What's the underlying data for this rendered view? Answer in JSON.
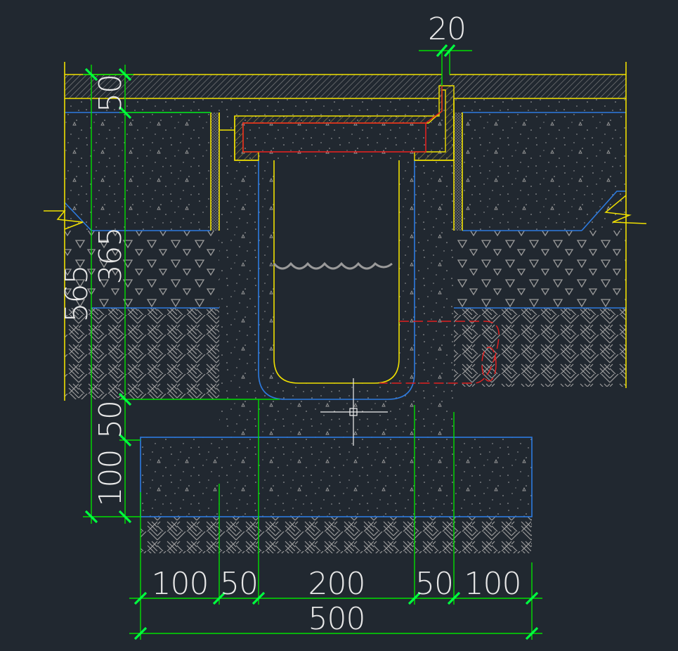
{
  "drawing": {
    "colors": {
      "background": "#212830",
      "dimension": "#00e000",
      "tick": "#00ff40",
      "outline": "#f0e000",
      "layer_line": "#2d7be0",
      "hidden_pipe": "#e02020",
      "grate": "#e02020",
      "text": "#e8e8e8",
      "hatch": "#9a9a9a"
    },
    "dimensions": {
      "top_gap": "20",
      "left_outer": "565",
      "left_upper": "50",
      "left_mid": "365",
      "left_lower_a": "50",
      "left_lower_b": "100",
      "bottom_a": "100",
      "bottom_b": "50",
      "bottom_c": "200",
      "bottom_d": "50",
      "bottom_e": "100",
      "bottom_total": "500"
    }
  }
}
